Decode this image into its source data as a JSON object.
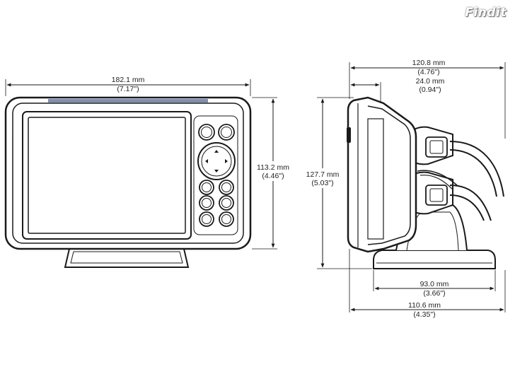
{
  "watermark": {
    "text": "Findit"
  },
  "front_view": {
    "width": {
      "mm": "182.1 mm",
      "in": "(7.17\")"
    },
    "height": {
      "mm": "113.2 mm",
      "in": "(4.46\")"
    }
  },
  "side_view": {
    "overall_width": {
      "mm": "120.8 mm",
      "in": "(4.76\")"
    },
    "bezel_depth": {
      "mm": "24.0 mm",
      "in": "(0.94\")"
    },
    "height": {
      "mm": "127.7 mm",
      "in": "(5.03\")"
    },
    "mount_base": {
      "mm": "93.0 mm",
      "in": "(3.66\")"
    },
    "mount_overall": {
      "mm": "110.6 mm",
      "in": "(4.35\")"
    }
  },
  "colors": {
    "line": "#1a1a1a",
    "screen_strip": "#7f8fb0",
    "screen": "#ffffff"
  }
}
